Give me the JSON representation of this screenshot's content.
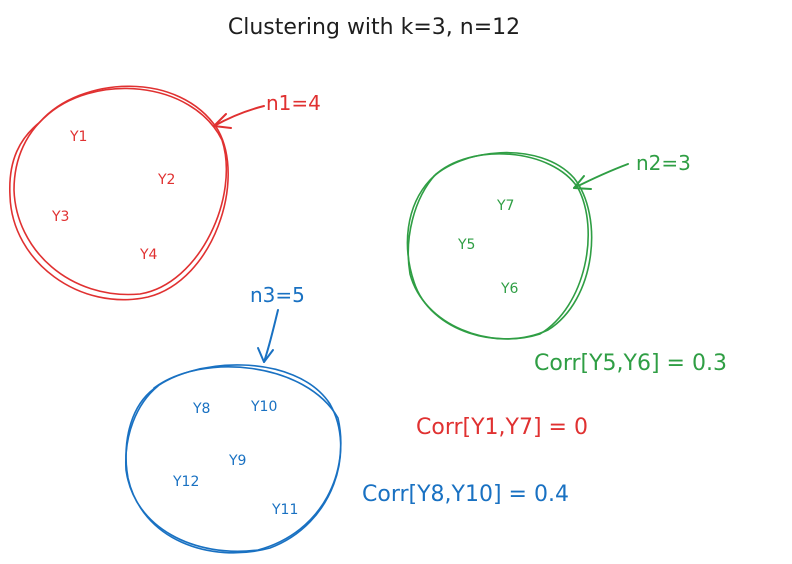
{
  "title": "Clustering with k=3, n=12",
  "colors": {
    "red": "#e03131",
    "green": "#2f9e44",
    "blue": "#1971c2",
    "ink": "#1e1e1e"
  },
  "clusters": {
    "red": {
      "count_label": "n1=4",
      "items": [
        "Y1",
        "Y2",
        "Y3",
        "Y4"
      ]
    },
    "green": {
      "count_label": "n2=3",
      "items": [
        "Y7",
        "Y5",
        "Y6"
      ]
    },
    "blue": {
      "count_label": "n3=5",
      "items": [
        "Y8",
        "Y10",
        "Y9",
        "Y12",
        "Y11"
      ]
    }
  },
  "correlations": {
    "green": "Corr[Y5,Y6] = 0.3",
    "red": "Corr[Y1,Y7] = 0",
    "blue": "Corr[Y8,Y10] = 0.4"
  }
}
